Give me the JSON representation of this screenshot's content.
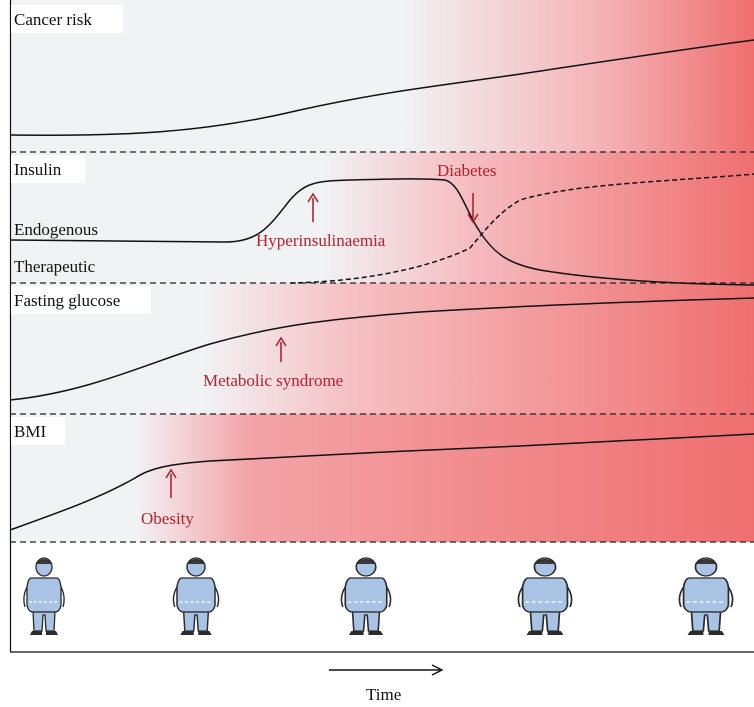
{
  "bands": {
    "cancer": {
      "label": "Cancer risk"
    },
    "insulin": {
      "label": "Insulin",
      "endogenous_label": "Endogenous",
      "therapeutic_label": "Therapeutic"
    },
    "glucose": {
      "label": "Fasting glucose"
    },
    "bmi": {
      "label": "BMI"
    }
  },
  "annotations": {
    "hyperinsulinaemia": "Hyperinsulinaemia",
    "diabetes": "Diabetes",
    "metabolic_syndrome": "Metabolic syndrome",
    "obesity": "Obesity"
  },
  "x_axis": {
    "label": "Time"
  },
  "colors": {
    "background_start": "#f1f2f4",
    "background_end": "#ef6f6f",
    "annotation": "#b5212f",
    "curve": "#111111",
    "figure_body": "#a9c3e4",
    "figure_outline": "#2b2b2b"
  },
  "icons": [
    "person-figure-icon",
    "person-figure-icon",
    "person-figure-icon",
    "person-figure-icon",
    "person-figure-icon"
  ]
}
